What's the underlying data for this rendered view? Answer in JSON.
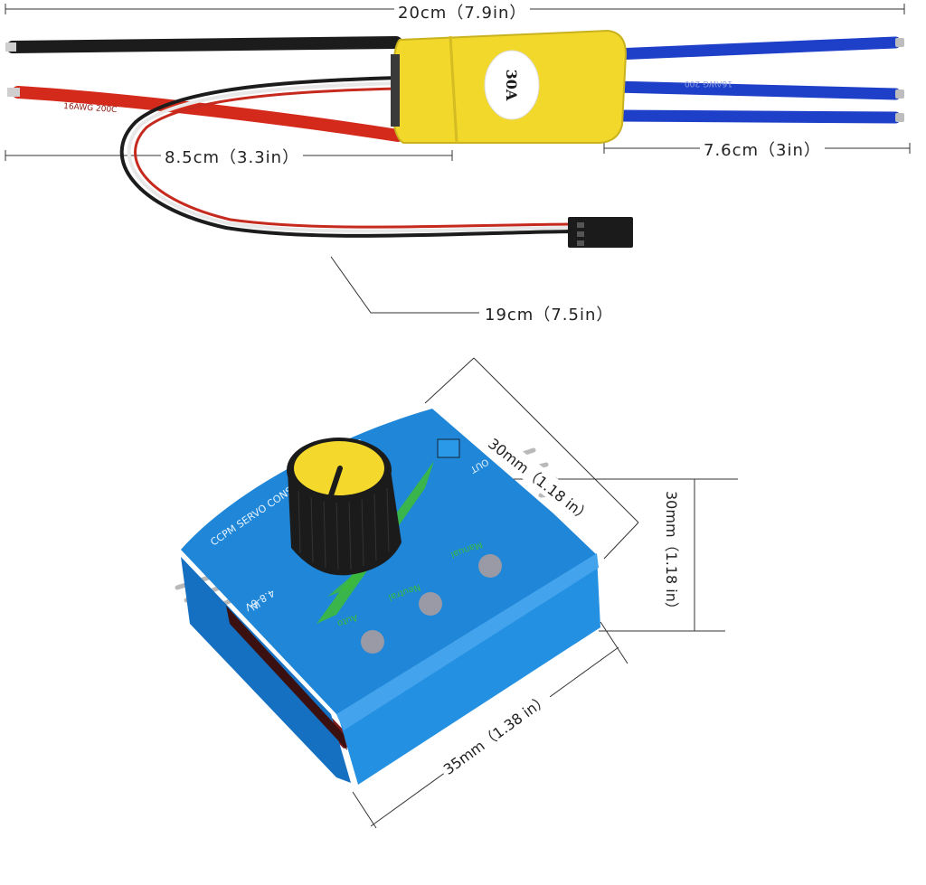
{
  "esc": {
    "label_rating": "30A",
    "wire_print_red": "16AWG  200C",
    "wire_print_blue": "16AWG 200",
    "colors": {
      "body": "#f2d82a",
      "red_wire": "#d42a1c",
      "black_wire": "#1c1c1c",
      "blue_wire": "#1e3fc8"
    }
  },
  "dimensions": {
    "overall_length": "20cm（7.9in）",
    "input_leads": "8.5cm（3.3in）",
    "motor_leads": "7.6cm（3in）",
    "signal_cable": "19cm（7.5in）",
    "tester_width": "30mm（1.18 in）",
    "tester_height": "30mm（1.18 in）",
    "tester_length": "35mm（1.38 in）"
  },
  "tester": {
    "brand_text": "CCPM SERVO CONSISTENCY MASTER",
    "in_label": "IN",
    "out_label": "OUT",
    "voltage_label": "4.8-6V",
    "mode_labels": [
      "Auto",
      "Neutral",
      "Manual"
    ],
    "colors": {
      "case": "#1f86d8",
      "knob": "#1b1b1b",
      "knob_cap": "#f4d92c",
      "accent": "#3cba3c"
    }
  }
}
